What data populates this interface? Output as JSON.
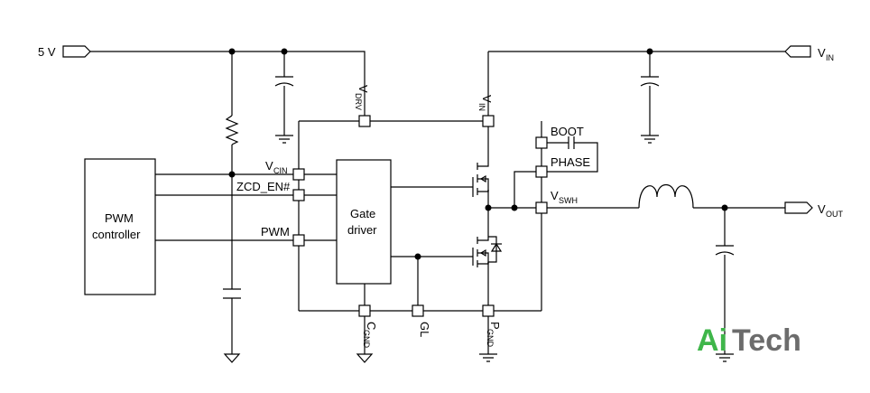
{
  "labels": {
    "v5": "5 V",
    "vin_port_main": "V",
    "vin_port_sub": "IN",
    "vdrv_main": "V",
    "vdrv_sub": "DRV",
    "vin_pin_main": "V",
    "vin_pin_sub": "IN",
    "boot": "BOOT",
    "phase": "PHASE",
    "vswh_main": "V",
    "vswh_sub": "SWH",
    "vout_main": "V",
    "vout_sub": "OUT",
    "vcin_main": "V",
    "vcin_sub": "CIN",
    "zcd_en": "ZCD_EN#",
    "pwm": "PWM",
    "pwm_controller_line1": "PWM",
    "pwm_controller_line2": "controller",
    "gate_driver_line1": "Gate",
    "gate_driver_line2": "driver",
    "cgnd_main": "C",
    "cgnd_sub": "GND",
    "gl": "GL",
    "pgnd_main": "P",
    "pgnd_sub": "GND"
  },
  "watermark": {
    "part1": "Ai",
    "part2": "Tech"
  }
}
